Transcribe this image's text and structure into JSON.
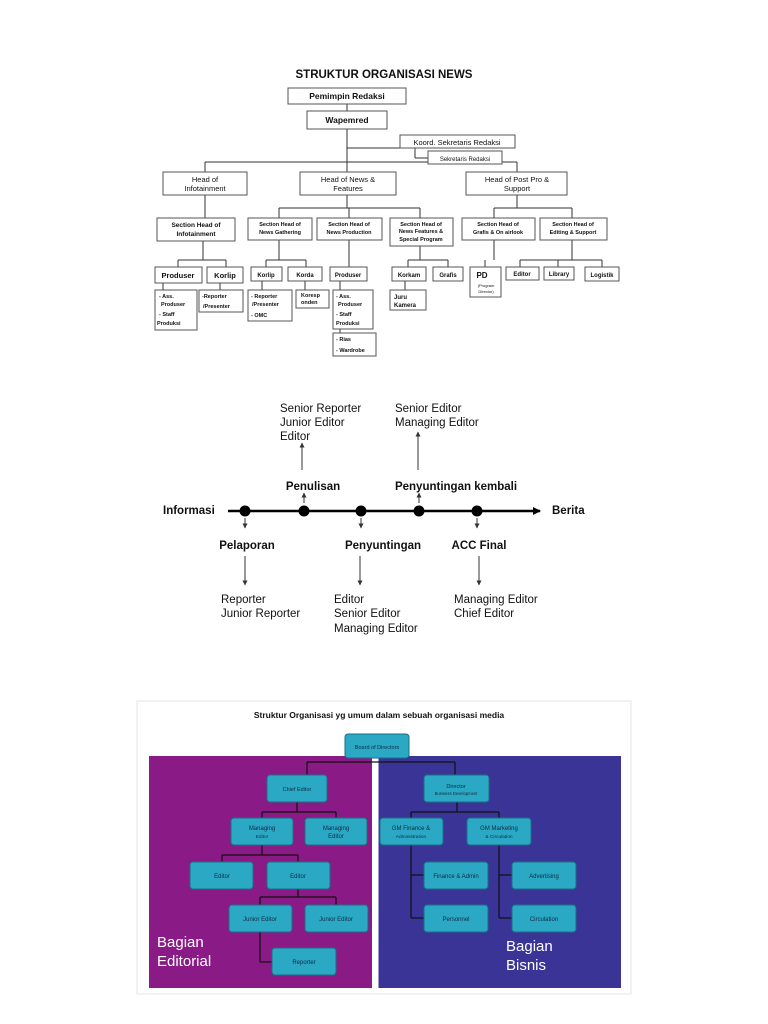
{
  "chart1": {
    "title": "STRUKTUR ORGANISASI NEWS",
    "n_pemimpin": "Pemimpin Redaksi",
    "n_wapemred": "Wapemred",
    "n_koord": "Koord. Sekretaris Redaksi",
    "n_sekred": "Sekretaris Redaksi",
    "n_head_info_1": "Head of",
    "n_head_info_2": "Infotainment",
    "n_head_news_1": "Head of News &",
    "n_head_news_2": "Features",
    "n_head_post_1": "Head of Post Pro &",
    "n_head_post_2": "Support",
    "n_sec_info_1": "Section Head of",
    "n_sec_info_2": "Infotainment",
    "n_sec_gath_1": "Section Head of",
    "n_sec_gath_2": "News Gathering",
    "n_sec_prod_1": "Section Head of",
    "n_sec_prod_2": "News Production",
    "n_sec_feat_1": "Section Head of",
    "n_sec_feat_2": "News Features &",
    "n_sec_feat_3": "Special Program",
    "n_sec_graf_1": "Section Head of",
    "n_sec_graf_2": "Grafis & On airlook",
    "n_sec_edit_1": "Section Head of",
    "n_sec_edit_2": "Editing & Support",
    "n_produser1": "Produser",
    "n_korlip1": "Korlip",
    "n_korlip2": "Korlip",
    "n_korda": "Korda",
    "n_produser2": "Produser",
    "n_korkam": "Korkam",
    "n_grafis": "Grafis",
    "n_pd": "PD",
    "n_pd_sub1": "(Program",
    "n_pd_sub2": "Director)",
    "n_editor": "Editor",
    "n_library": "Library",
    "n_logistik": "Logistik",
    "n_ass1_1": "- Ass.",
    "n_ass1_2": "Produser",
    "n_ass1_3": "- Staff",
    "n_ass1_4": "Produksi",
    "n_rep1_1": "-Reporter",
    "n_rep1_2": "/Presenter",
    "n_rep2_1": "- Reporter",
    "n_rep2_2": "/Presenter",
    "n_rep2_3": "- OMC",
    "n_koresp_1": "Koresp",
    "n_koresp_2": "onden",
    "n_ass2_1": "- Ass.",
    "n_ass2_2": "Produser",
    "n_ass2_3": "- Staff",
    "n_ass2_4": "Produksi",
    "n_rias_1": "- Rias",
    "n_rias_2": "- Wardrobe",
    "n_juru_1": "Juru",
    "n_juru_2": "Kamera"
  },
  "chart2": {
    "start": "Informasi",
    "end": "Berita",
    "above1": "Penulisan",
    "above2": "Penyuntingan kembali",
    "below1": "Pelaporan",
    "below2": "Penyuntingan",
    "below3": "ACC Final",
    "top1_1": "Senior Reporter",
    "top1_2": "Junior Editor",
    "top1_3": "Editor",
    "top2_1": "Senior Editor",
    "top2_2": "Managing Editor",
    "bot1_1": "Reporter",
    "bot1_2": "Junior Reporter",
    "bot2_1": "Editor",
    "bot2_2": "Senior Editor",
    "bot2_3": "Managing Editor",
    "bot3_1": "Managing Editor",
    "bot3_2": "Chief Editor"
  },
  "chart3": {
    "title": "Struktur Organisasi yg umum dalam sebuah organisasi media",
    "board": "Board of Directors",
    "chief": "Chief Editor",
    "director_1": "Director",
    "director_2": "Business Development",
    "me1_1": "Managing",
    "me1_2": "Editor",
    "me2_1": "Managing",
    "me2_2": "Editor",
    "gmf_1": "GM Finance &",
    "gmf_2": "Administration",
    "gmm_1": "GM Marketing",
    "gmm_2": "& Circulation",
    "editor1": "Editor",
    "editor2": "Editor",
    "junior1": "Junior Editor",
    "junior2": "Junior Editor",
    "reporter": "Reporter",
    "finance": "Finance & Admin",
    "advertising": "Advertising",
    "personnel": "Personnel",
    "circulation": "Circulation",
    "left_label_1": "Bagian",
    "left_label_2": "Editorial",
    "right_label_1": "Bagian",
    "right_label_2": "Bisnis",
    "colors": {
      "left_panel": "#8a1a86",
      "right_panel": "#3a3497",
      "node_fill": "#2ba8c4",
      "node_stroke": "#1a6f86"
    }
  }
}
